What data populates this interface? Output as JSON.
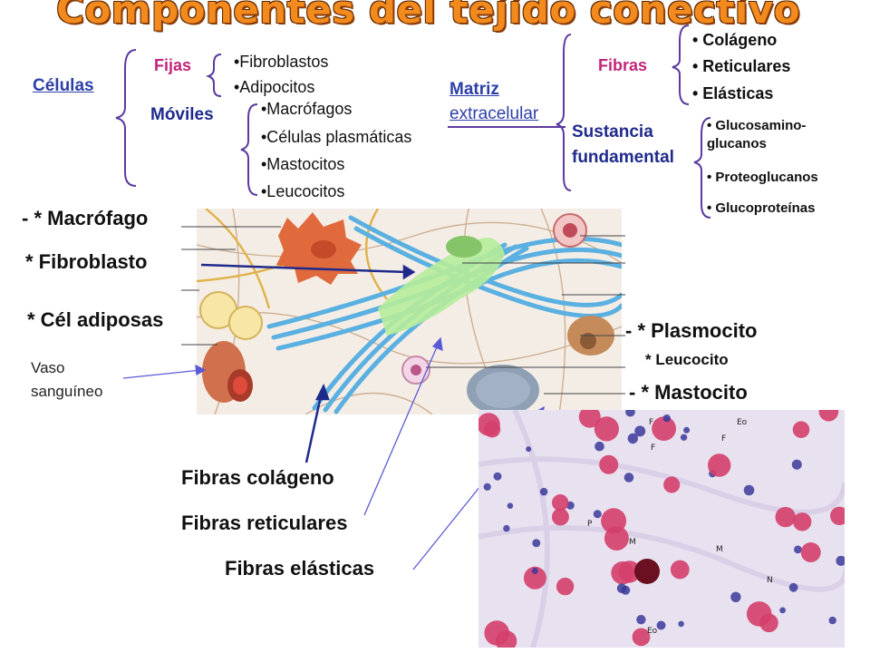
{
  "title": "Componentes del tejido conectivo",
  "celulas": {
    "heading": "Células",
    "fijas": {
      "label": "Fijas",
      "items": [
        "•Fibroblastos",
        "•Adipocitos"
      ]
    },
    "moviles": {
      "label": "Móviles",
      "items": [
        "•Macrófagos",
        "•Células plasmáticas",
        "•Mastocitos",
        "•Leucocitos"
      ]
    }
  },
  "matriz": {
    "heading_line1": "Matriz",
    "heading_line2": "extracelular",
    "fibras": {
      "label": "Fibras",
      "items": [
        "• Colágeno",
        "• Reticulares",
        "• Elásticas"
      ]
    },
    "sustancia": {
      "label_line1": "Sustancia",
      "label_line2": "fundamental",
      "items": [
        "• Glucosamino-",
        "glucanos",
        "• Proteoglucanos",
        "• Glucoproteínas"
      ]
    }
  },
  "diagram_labels": {
    "macrofago": "- * Macrófago",
    "fibroblasto": "* Fibroblasto",
    "cel_adiposas": "* Cél adiposas",
    "vaso_line1": "Vaso",
    "vaso_line2": "sanguíneo",
    "plasmocito": "- * Plasmocito",
    "leucocito": "* Leucocito",
    "mastocito": "- * Mastocito",
    "fibras_colageno": "Fibras colágeno",
    "fibras_reticulares": "Fibras reticulares",
    "fibras_elasticas": "Fibras elásticas"
  },
  "micro_labels": {
    "eo_top": "Eo",
    "f1": "F",
    "f2": "F",
    "f3": "F",
    "m1": "M",
    "m2": "M",
    "n": "N",
    "p": "P",
    "eo_bottom": "Eo"
  },
  "colors": {
    "title_orange": "#f28a1e",
    "brace_purple": "#5a3aa0",
    "heading_blue": "#2d3fa8",
    "pink": "#c2267a",
    "collagen_blue": "#5ab0e0"
  }
}
